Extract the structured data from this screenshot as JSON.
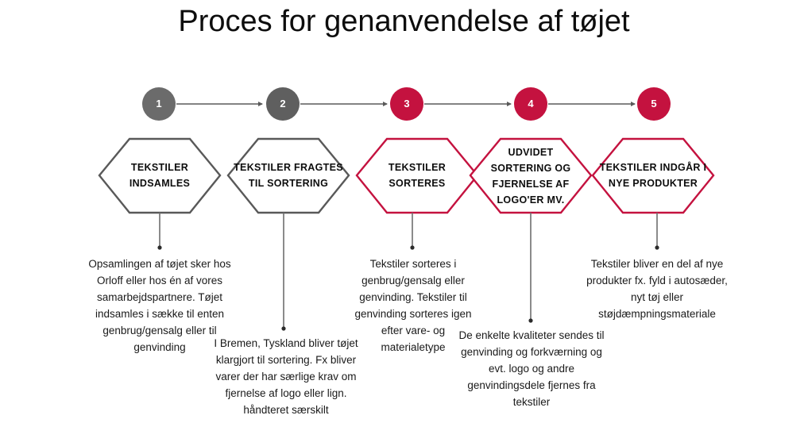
{
  "title": "Proces for genanvendelse af tøjet",
  "colors": {
    "gray": "#6b6b6b",
    "crimson": "#c4123f",
    "text": "#1a1a1a",
    "background": "#ffffff"
  },
  "steps": [
    {
      "number": "1",
      "accent": "gray",
      "hex_label": "TEKSTILER\nINDSAMLES",
      "description": "Opsamlingen af tøjet sker hos Orloff eller hos én af vores samarbejdspartnere. Tøjet indsamles i sække til enten genbrug/gensalg eller til genvinding"
    },
    {
      "number": "2",
      "accent": "gray",
      "hex_label": "TEKSTILER FRAGTES\nTIL SORTERING",
      "description": "I Bremen, Tyskland bliver tøjet klargjort til sortering. Fx bliver varer der har særlige krav om fjernelse af logo eller lign. håndteret særskilt"
    },
    {
      "number": "3",
      "accent": "crimson",
      "hex_label": "TEKSTILER\nSORTERES",
      "description": "Tekstiler sorteres i genbrug/gensalg eller genvinding. Tekstiler til genvinding sorteres igen efter vare- og materialetype"
    },
    {
      "number": "4",
      "accent": "crimson",
      "hex_label": "UDVIDET\nSORTERING OG\nFJERNELSE AF\nLOGO'ER MV.",
      "description": "De enkelte kvaliteter sendes til genvinding og forkværning og evt. logo og andre genvindingsdele fjernes fra tekstiler"
    },
    {
      "number": "5",
      "accent": "crimson",
      "hex_label": "TEKSTILER INDGÅR I\nNYE PRODUKTER",
      "description": "Tekstiler bliver en del af nye produkter fx. fyld i autosæder, nyt tøj eller støjdæmpningsmateriale"
    }
  ]
}
